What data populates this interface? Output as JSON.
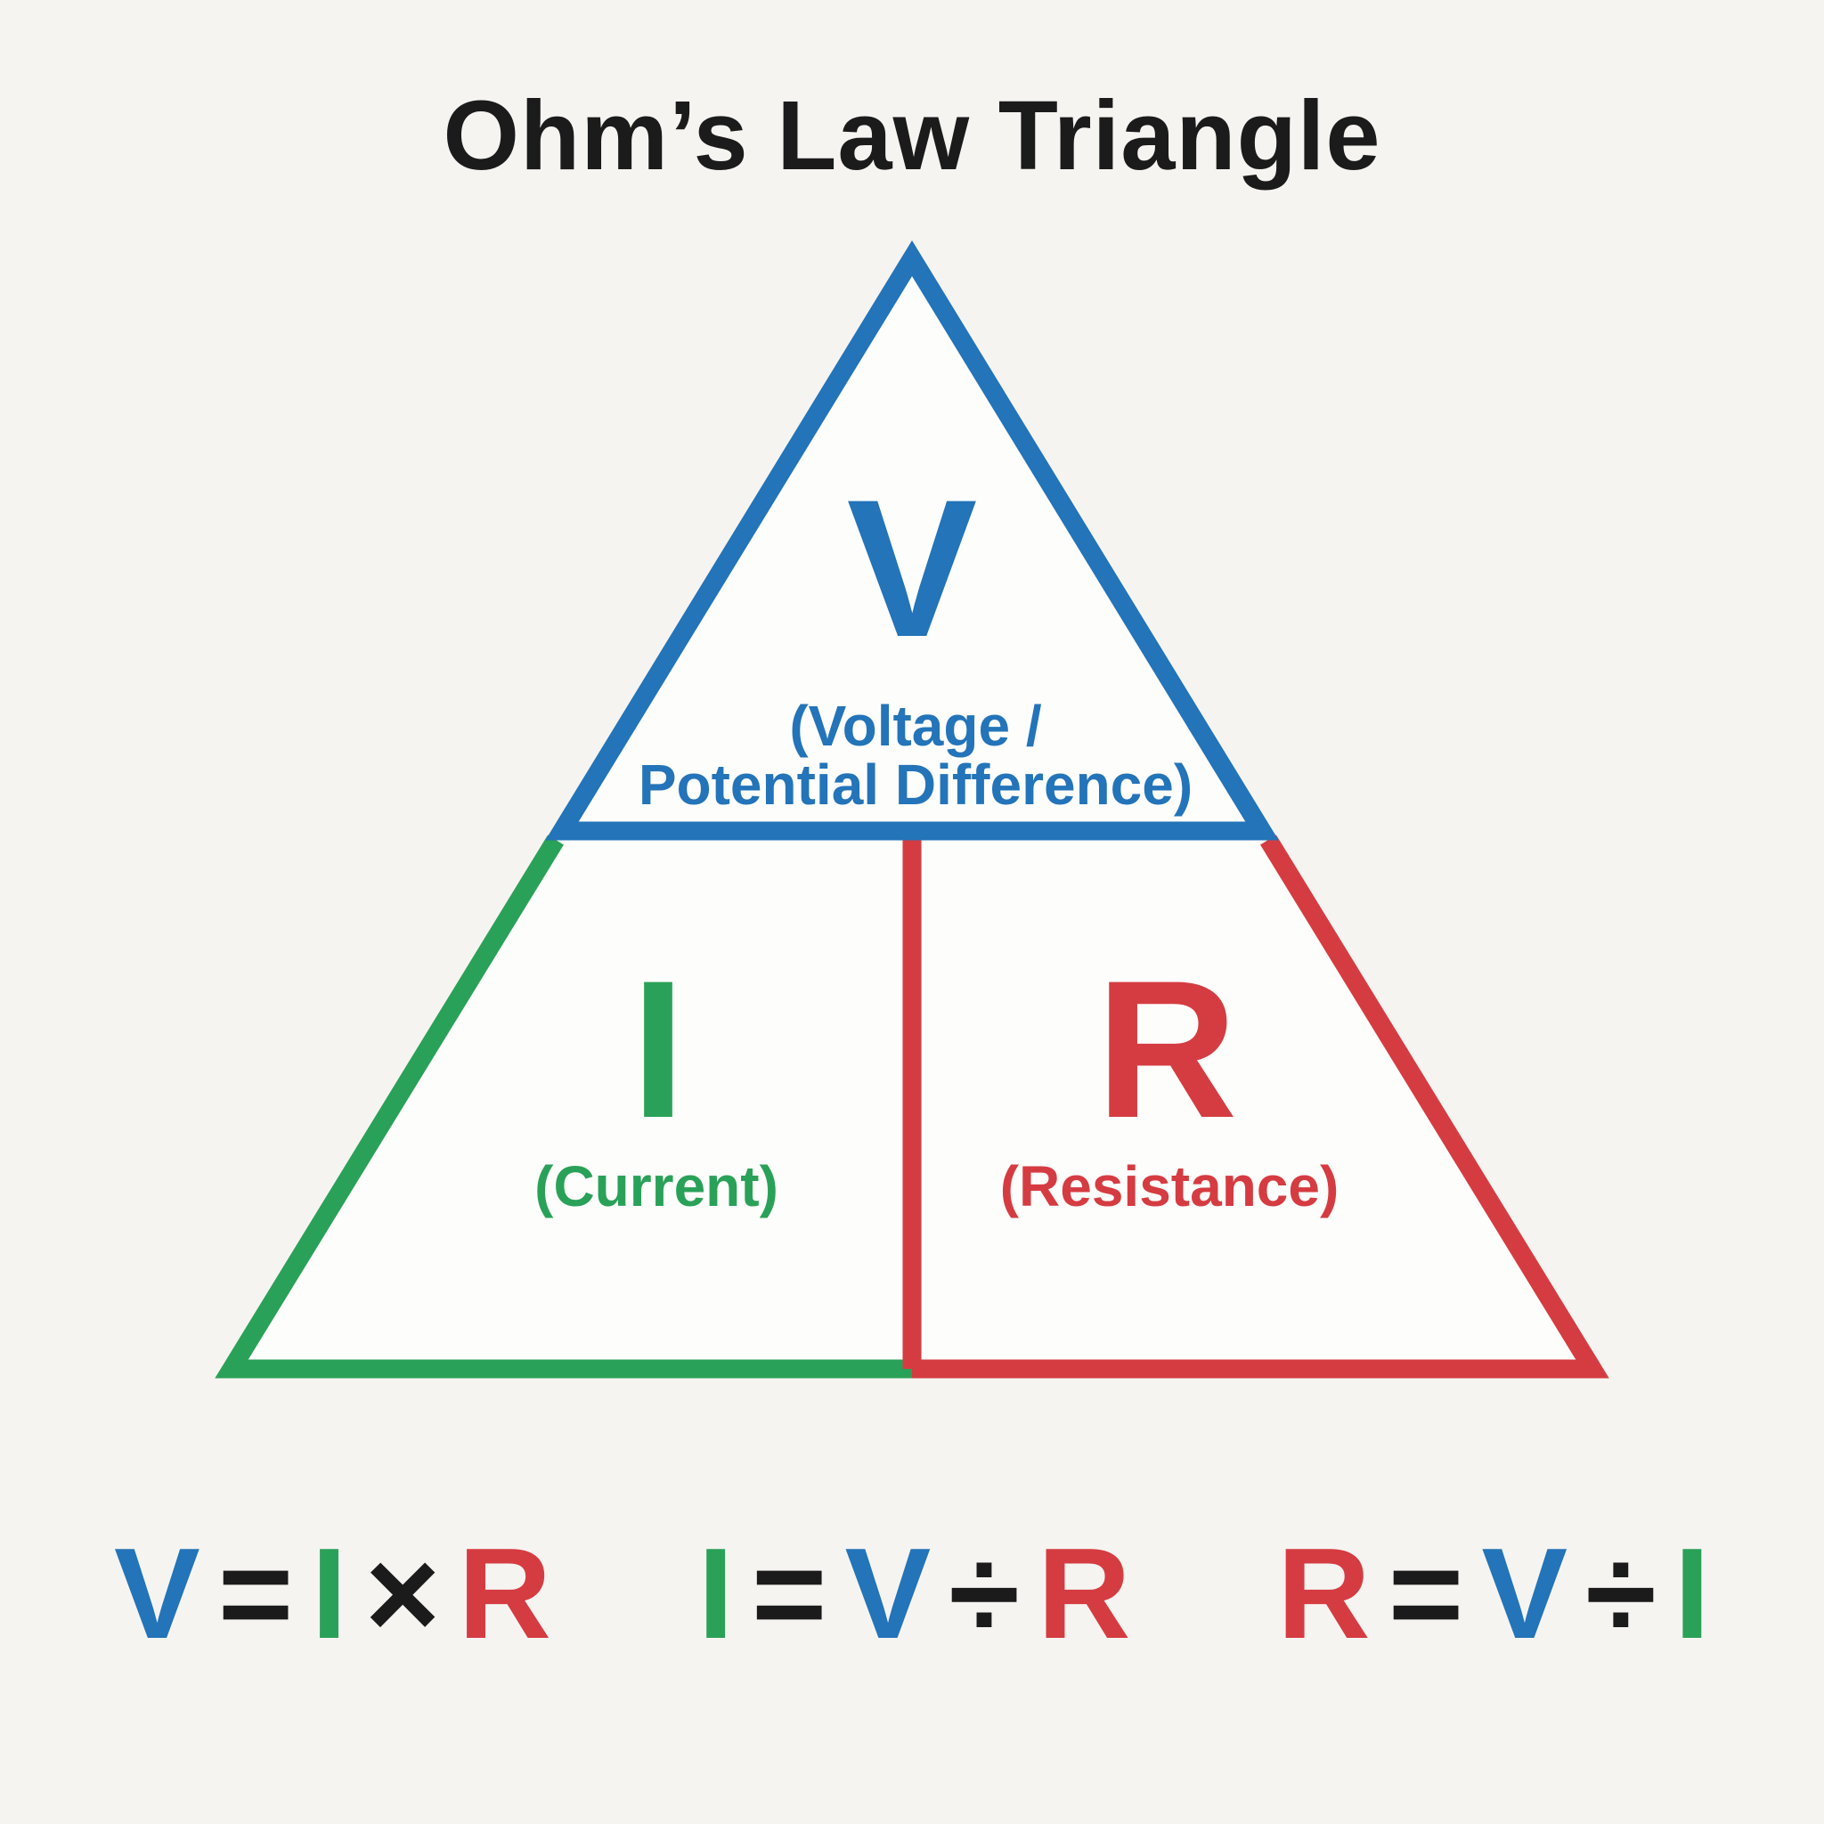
{
  "title": "Ohm’s Law Triangle",
  "colors": {
    "blue": "#2374b9",
    "green": "#2aa158",
    "red": "#d53c41",
    "black": "#1b1b1b",
    "background": "#f6f4f1",
    "triangle_fill": "#fdfdfb"
  },
  "triangle": {
    "top": {
      "symbol": "V",
      "label_line1": "(Voltage /",
      "label_line2": "Potential Difference)",
      "color": "blue"
    },
    "bottom_left": {
      "symbol": "I",
      "label": "(Current)",
      "color": "green"
    },
    "bottom_right": {
      "symbol": "R",
      "label": "(Resistance)",
      "color": "red"
    }
  },
  "formulas": [
    {
      "name": "voltage formula",
      "parts": [
        {
          "text": "V",
          "color": "blue"
        },
        {
          "text": "=",
          "color": "black"
        },
        {
          "text": "I",
          "color": "green"
        },
        {
          "text": "×",
          "color": "black"
        },
        {
          "text": "R",
          "color": "red"
        }
      ]
    },
    {
      "name": "current formula",
      "parts": [
        {
          "text": "I",
          "color": "green"
        },
        {
          "text": "=",
          "color": "black"
        },
        {
          "text": "V",
          "color": "blue"
        },
        {
          "text": "÷",
          "color": "black"
        },
        {
          "text": "R",
          "color": "red"
        }
      ]
    },
    {
      "name": "resistance formula",
      "parts": [
        {
          "text": "R",
          "color": "red"
        },
        {
          "text": "=",
          "color": "black"
        },
        {
          "text": "V",
          "color": "blue"
        },
        {
          "text": "÷",
          "color": "black"
        },
        {
          "text": "I",
          "color": "green"
        }
      ]
    }
  ]
}
